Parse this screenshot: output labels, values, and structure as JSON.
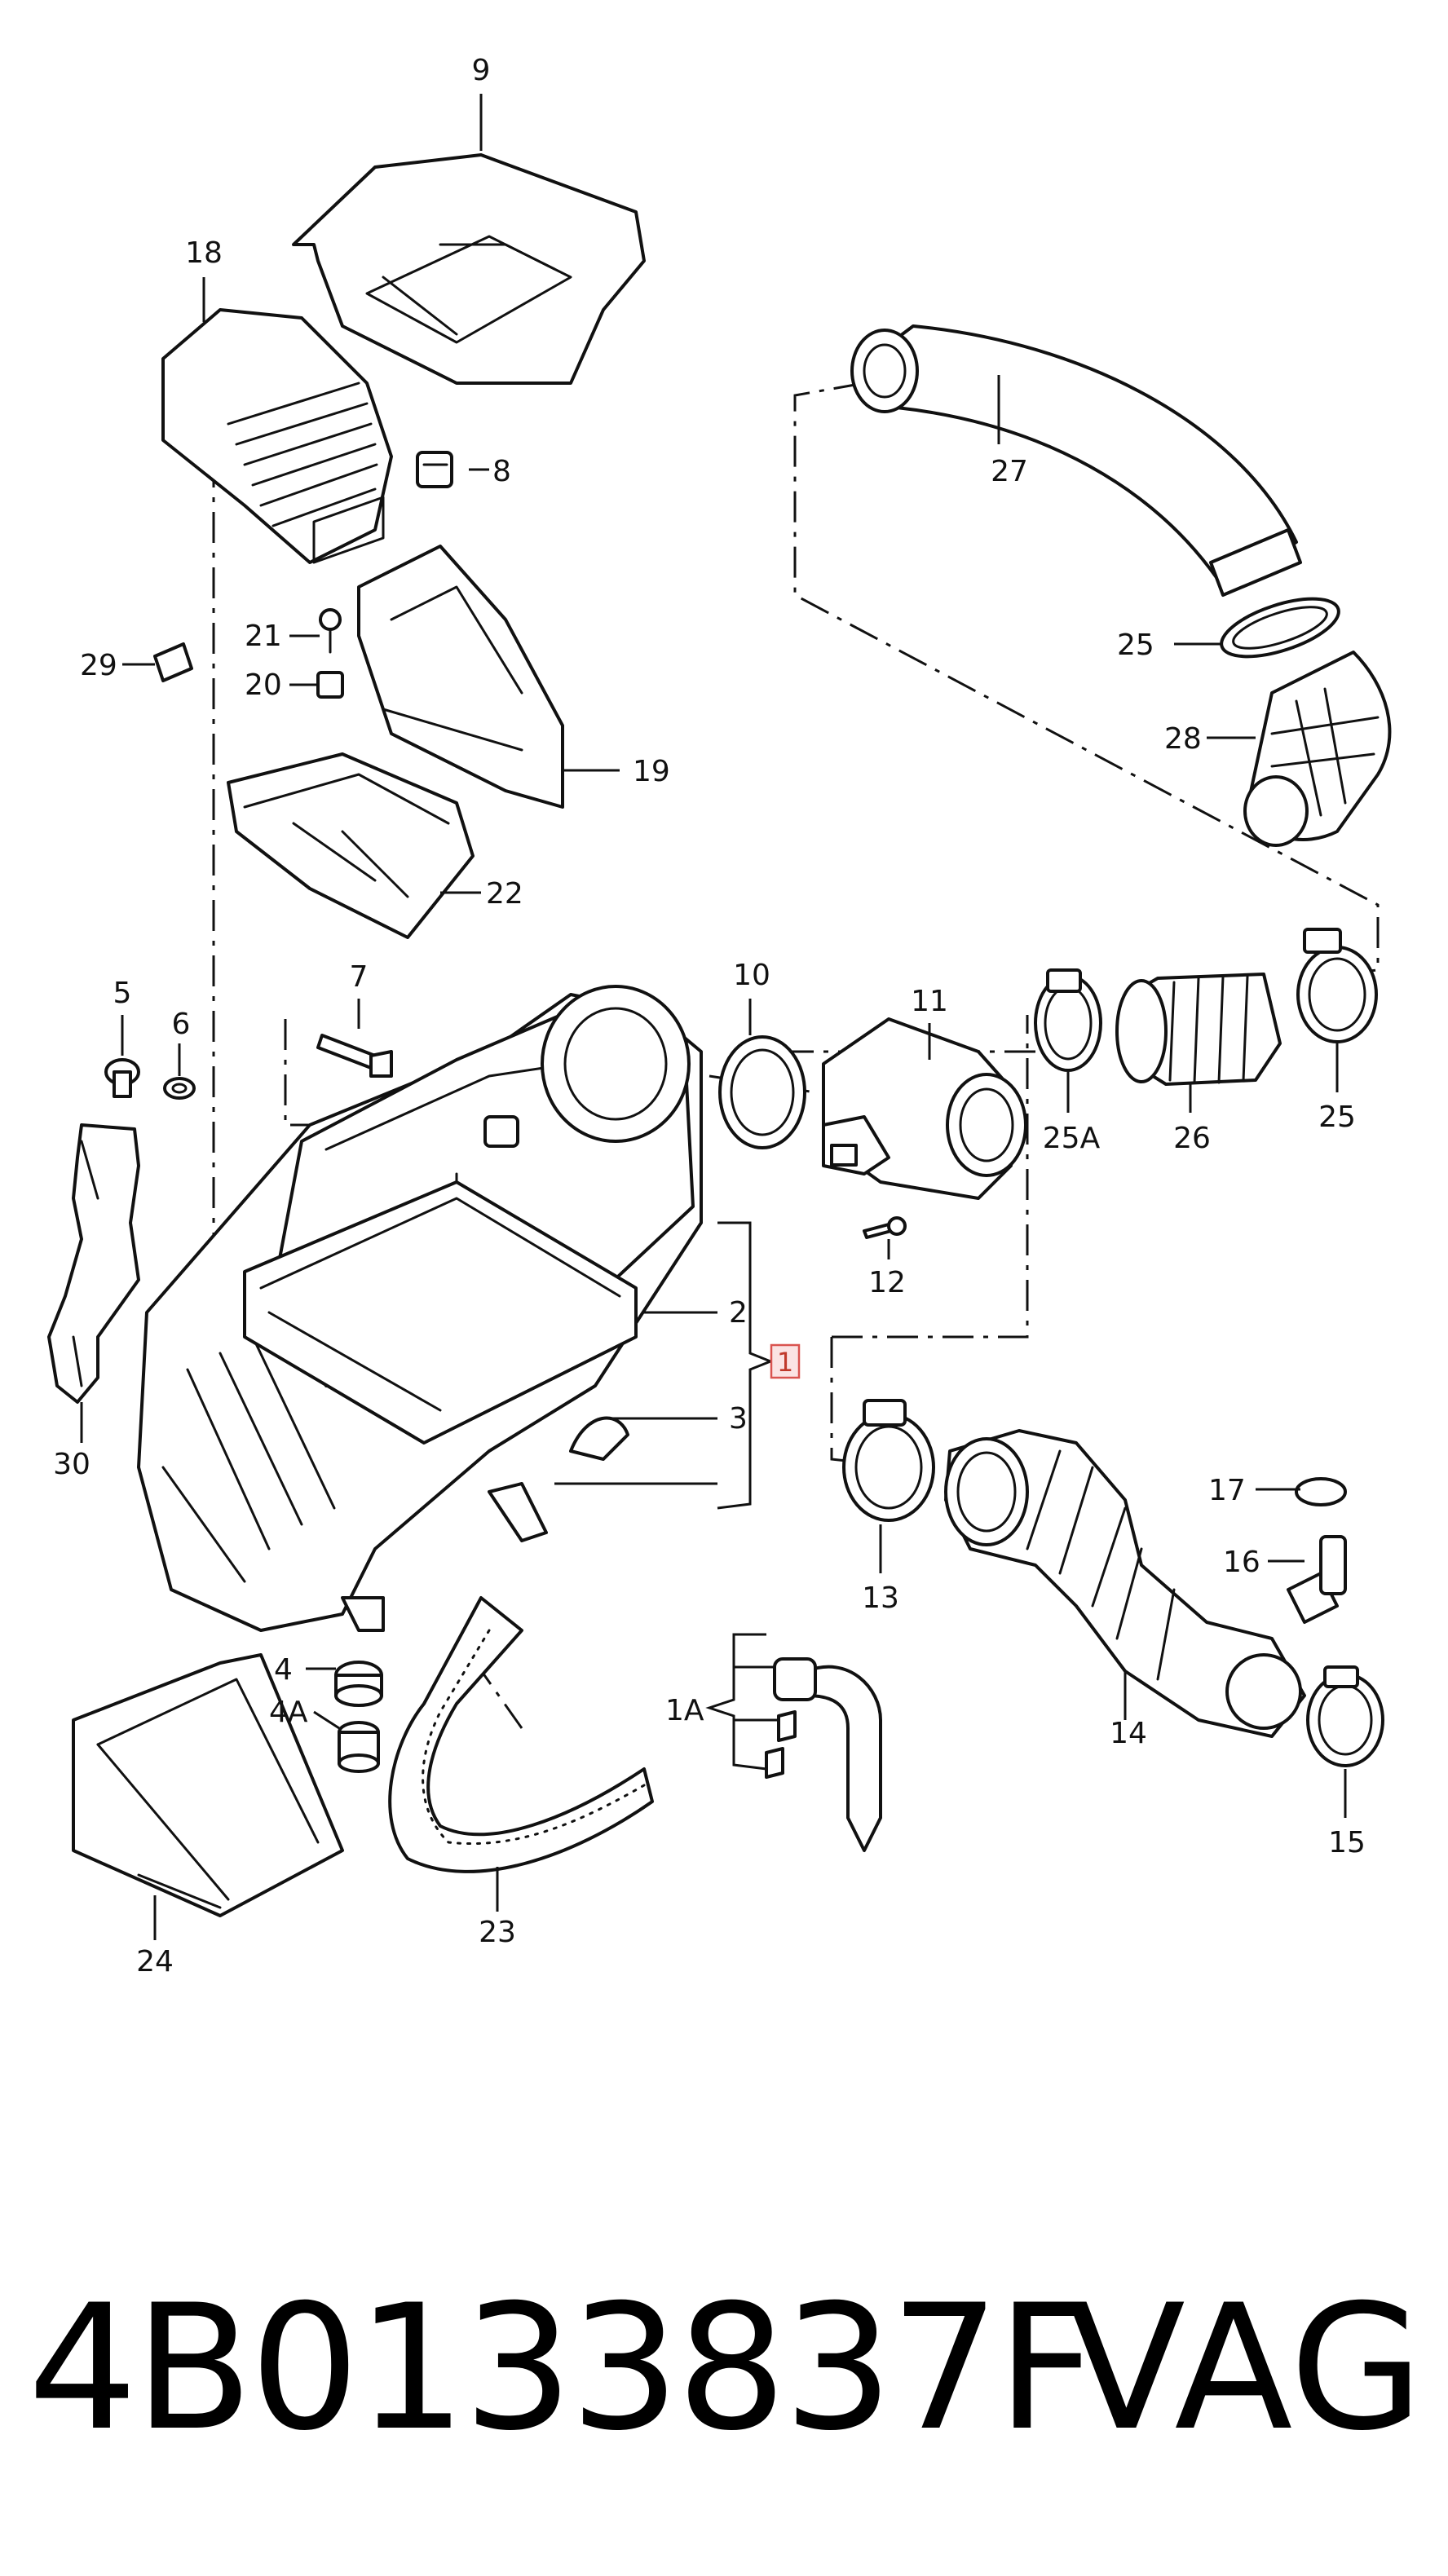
{
  "diagram": {
    "labels": {
      "l1": "1",
      "l1A": "1A",
      "l2": "2",
      "l3": "3",
      "l4": "4",
      "l4A": "4A",
      "l5": "5",
      "l6": "6",
      "l7": "7",
      "l8": "8",
      "l9": "9",
      "l10": "10",
      "l11": "11",
      "l12": "12",
      "l13": "13",
      "l14": "14",
      "l15": "15",
      "l16": "16",
      "l17": "17",
      "l18": "18",
      "l19": "19",
      "l20": "20",
      "l21": "21",
      "l22": "22",
      "l23": "23",
      "l24": "24",
      "l25a": "25",
      "l25b": "25",
      "l25A": "25A",
      "l26": "26",
      "l27": "27",
      "l28": "28",
      "l29": "29",
      "l30": "30"
    },
    "highlighted_part": "1",
    "highlight_color": "#d9534f"
  },
  "footer": {
    "part_number": "4B0133837F",
    "brand": "VAG"
  }
}
